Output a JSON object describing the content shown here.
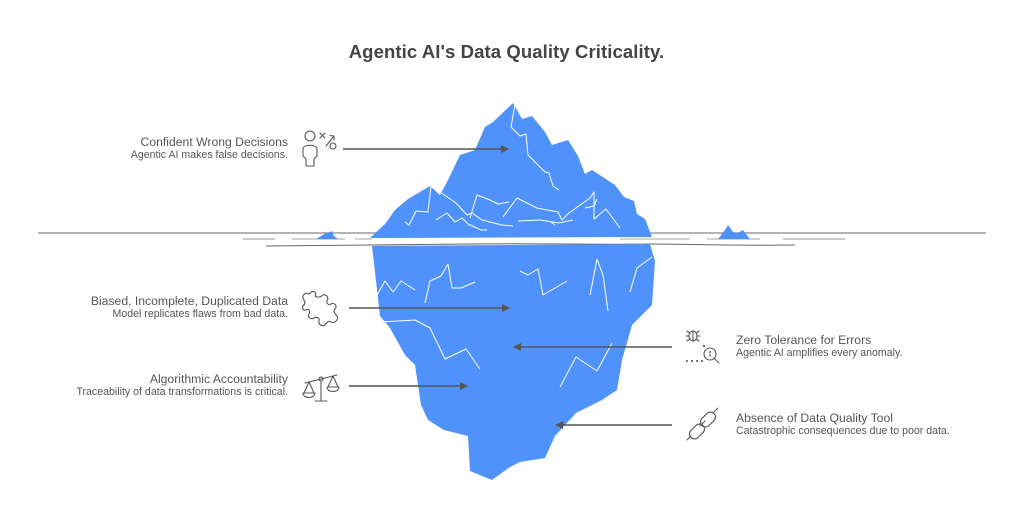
{
  "title": "Agentic AI's Data Quality Criticality.",
  "colors": {
    "iceberg": "#4F92FC",
    "crack": "#FFFFFF",
    "waterline": "#999999",
    "arrow": "#555555",
    "text": "#444444",
    "icon_stroke": "#555555",
    "background": "#FFFFFF"
  },
  "sections": {
    "above_water": [
      {
        "id": "confident-wrong-decisions",
        "heading": "Confident Wrong Decisions",
        "description": "Agentic AI makes false decisions.",
        "icon": "person-decision-icon",
        "side": "left"
      }
    ],
    "below_water": [
      {
        "id": "biased-data",
        "heading": "Biased, Incomplete, Duplicated Data",
        "description": "Model replicates flaws from bad data.",
        "icon": "puzzle-piece-icon",
        "side": "left"
      },
      {
        "id": "algorithmic-accountability",
        "heading": "Algorithmic Accountability",
        "description": "Traceability of data transformations is critical.",
        "icon": "balance-scale-icon",
        "side": "left"
      },
      {
        "id": "zero-tolerance",
        "heading": "Zero Tolerance for Errors",
        "description": "Agentic AI amplifies every anomaly.",
        "icon": "bug-magnifier-icon",
        "side": "right"
      },
      {
        "id": "absence-dq-tool",
        "heading": "Absence of Data Quality Tool",
        "description": "Catastrophic consequences due to poor data.",
        "icon": "broken-chain-icon",
        "side": "right"
      }
    ]
  }
}
